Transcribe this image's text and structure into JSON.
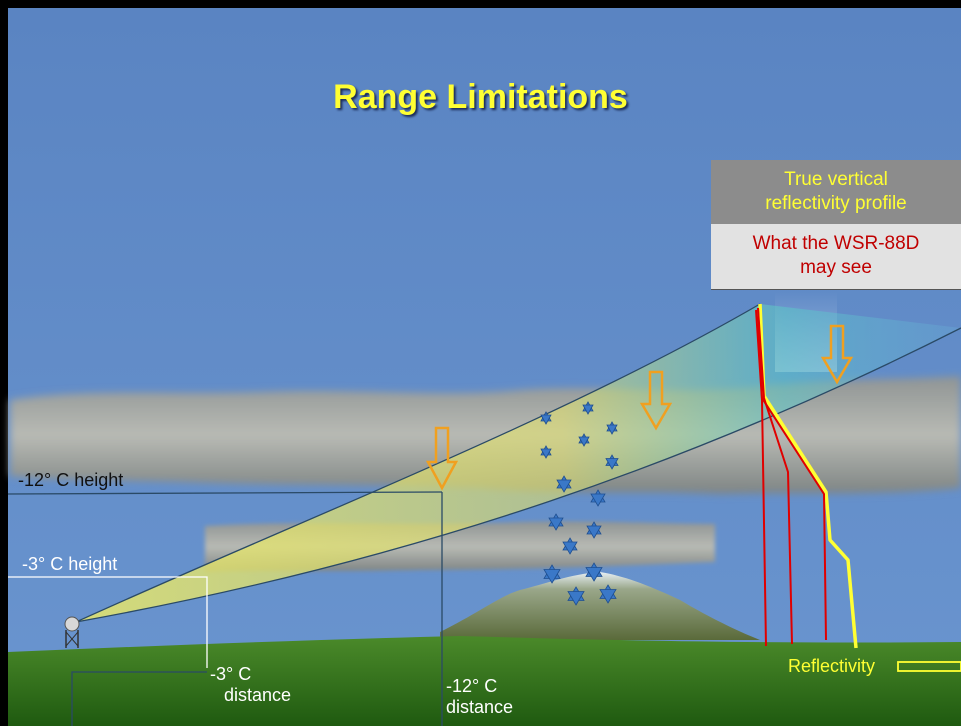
{
  "title": "Range Limitations",
  "legend": {
    "true_profile": "True vertical reflectivity profile",
    "radar_view": "What the WSR-88D may see"
  },
  "labels": {
    "minus12_height": "-12° C height",
    "minus3_height": "-3° C height",
    "minus3_distance_line1": "-3° C",
    "minus3_distance_line2": "distance",
    "minus12_distance_line1": "-12° C",
    "minus12_distance_line2": "distance",
    "reflectivity": "Reflectivity"
  },
  "colors": {
    "sky": "#5b86c4",
    "ground": "#3d7a1f",
    "title": "#ffff33",
    "true_profile": "#ffff33",
    "radar_profile": "#e00000",
    "beam": "#e8e860",
    "arrow": "#f0a020"
  }
}
